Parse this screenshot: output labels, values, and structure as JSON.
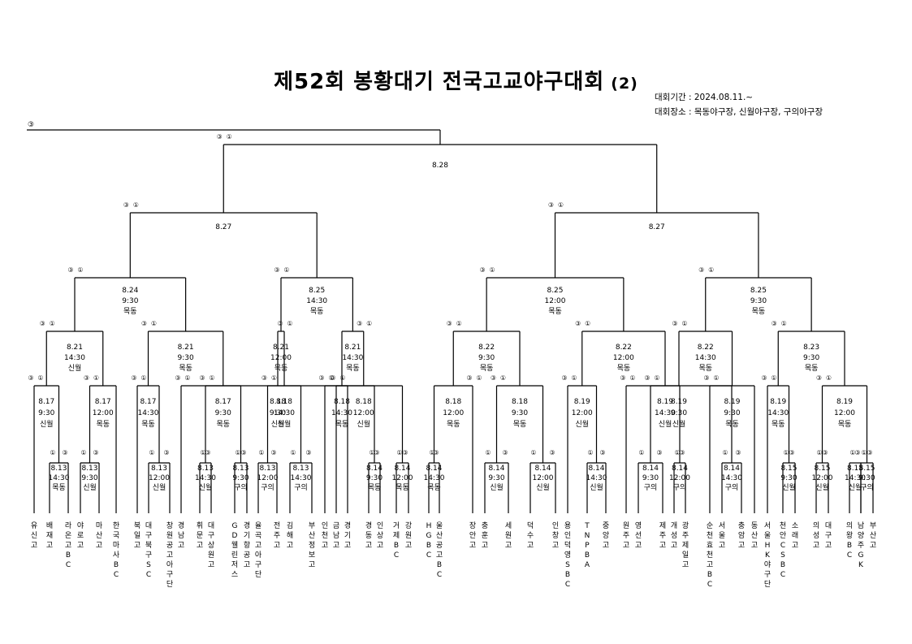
{
  "title": "제52회 봉황대기 전국고교야구대회",
  "title_suffix": "(2)",
  "period": "대회기간  :  2024.08.11.~",
  "venue": "대회장소  :  목동야구장, 신월야구장, 구의야구장",
  "corner_mark": "③",
  "teams": [
    "유신고",
    "배재고",
    "라온고BC",
    "야로고",
    "마산고",
    "한국마사BC",
    "북일고",
    "대구북구SC",
    "창원공고아구단",
    "경남고",
    "휘문고",
    "대구상원고",
    "GD웰린저스",
    "경기항공고",
    "율곡고아구단",
    "전주고",
    "김해고",
    "부산정보고",
    "인천고",
    "금남고",
    "경기고",
    "경동고",
    "인상고",
    "거제BC",
    "강원고",
    "HGBC",
    "울산공고BC",
    "장안고",
    "충훈고",
    "세원고",
    "덕수고",
    "인창고",
    "용인덕영SBC",
    "TNPBA",
    "중앙고",
    "원주고",
    "영선고",
    "제주고",
    "개성고",
    "광주제일고",
    "순천효천고BC",
    "서울고",
    "충암고",
    "동산고",
    "서울HK야구단",
    "천안CSBC",
    "소래고",
    "의성고",
    "대구고",
    "의왕BC",
    "남양주GK",
    "부산고"
  ],
  "matches": {
    "r0": [
      [
        "8.13",
        "14:30",
        "목동"
      ],
      [
        "8.13",
        "9:30",
        "신월"
      ],
      [
        "8.13",
        "12:00",
        "신월"
      ],
      [
        "8.13",
        "14:30",
        "신월"
      ],
      [
        "8.13",
        "9:30",
        "구의"
      ],
      [
        "8.13",
        "12:00",
        "구의"
      ],
      [
        "8.13",
        "14:30",
        "구의"
      ],
      [
        "8.14",
        "9:30",
        "목동"
      ],
      [
        "8.14",
        "12:00",
        "목동"
      ],
      [
        "8.14",
        "14:30",
        "목동"
      ],
      [
        "8.14",
        "9:30",
        "신월"
      ],
      [
        "8.14",
        "12:00",
        "신월"
      ],
      [
        "8.14",
        "14:30",
        "신월"
      ],
      [
        "8.14",
        "9:30",
        "구의"
      ],
      [
        "8.14",
        "12:00",
        "구의"
      ],
      [
        "8.14",
        "14:30",
        "구의"
      ],
      [
        "8.15",
        "9:30",
        "신월"
      ],
      [
        "8.15",
        "12:00",
        "신월"
      ],
      [
        "8.15",
        "14:30",
        "신월"
      ],
      [
        "8.15",
        "9:30",
        "구의"
      ]
    ],
    "r1": [
      [
        "8.17",
        "9:30",
        "신월"
      ],
      [
        "8.17",
        "12:00",
        "목동"
      ],
      [
        "8.17",
        "14:30",
        "목동"
      ],
      [
        "8.17",
        "9:30",
        "목동"
      ],
      [
        "8.18",
        "14:30",
        "신월"
      ],
      [
        "8.18",
        "9:30",
        "신월"
      ],
      [
        "8.18",
        "12:00",
        "신월"
      ],
      [
        "8.18",
        "14:30",
        "목동"
      ],
      [
        "8.18",
        "12:00",
        "목동"
      ],
      [
        "8.18",
        "9:30",
        "목동"
      ],
      [
        "8.19",
        "12:00",
        "신월"
      ],
      [
        "8.19",
        "14:30",
        "신월"
      ],
      [
        "8.19",
        "9:30",
        "신월"
      ],
      [
        "8.19",
        "9:30",
        "목동"
      ],
      [
        "8.19",
        "14:30",
        "목동"
      ],
      [
        "8.19",
        "12:00",
        "목동"
      ]
    ],
    "r2": [
      [
        "8.21",
        "14:30",
        "신월"
      ],
      [
        "8.21",
        "9:30",
        "목동"
      ],
      [
        "8.21",
        "12:00",
        "목동"
      ],
      [
        "8.21",
        "14:30",
        "목동"
      ],
      [
        "8.22",
        "9:30",
        "목동"
      ],
      [
        "8.22",
        "12:00",
        "목동"
      ],
      [
        "8.22",
        "14:30",
        "목동"
      ],
      [
        "8.23",
        "9:30",
        "목동"
      ]
    ],
    "r3": [
      [
        "8.24",
        "9:30",
        "목동"
      ],
      [
        "8.25",
        "14:30",
        "목동"
      ],
      [
        "8.25",
        "12:00",
        "목동"
      ],
      [
        "8.25",
        "9:30",
        "목동"
      ]
    ],
    "r4": [
      [
        "8.27"
      ],
      [
        "8.27"
      ]
    ],
    "r5": [
      [
        "8.28"
      ]
    ]
  }
}
